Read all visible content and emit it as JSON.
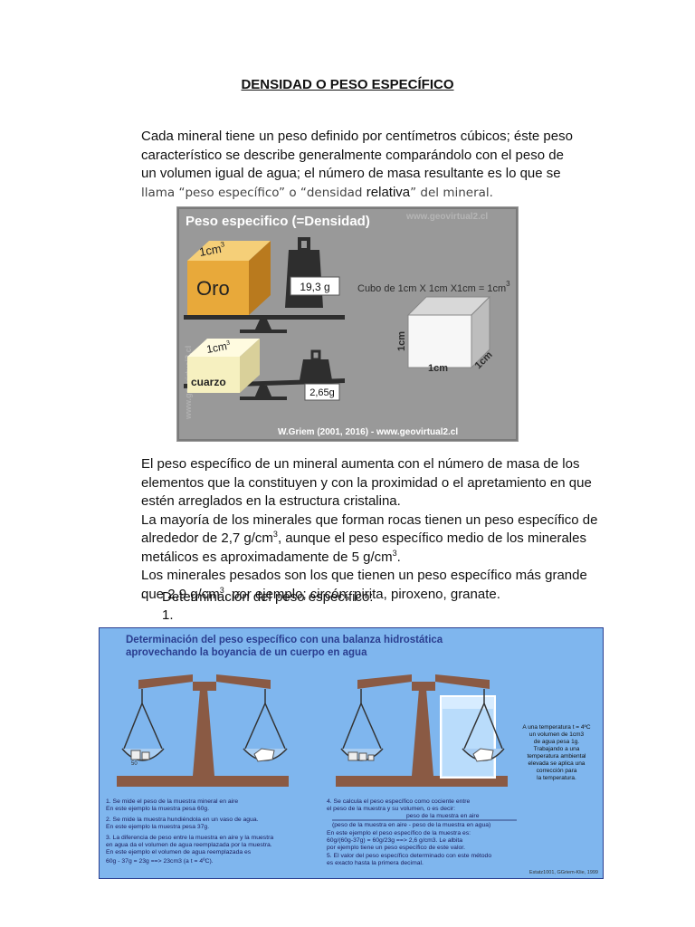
{
  "title": "DENSIDAD O PESO ESPECÍFICO",
  "intro": {
    "line1": "Cada mineral tiene un peso definido por centímetros cúbicos; éste peso",
    "line2": "característico se describe generalmente comparándolo con el peso de",
    "line3": "un volumen igual de agua; el número de masa resultante es lo que se",
    "line4_a": "llama “peso específico” o “densidad ",
    "line4_b": "relativa",
    "line4_c": "” del mineral."
  },
  "figure1": {
    "header": "Peso especifico (=Densidad)",
    "watermark_top": "www.geovirtual2.cl",
    "watermark_side": "www.geovirtual2.cl",
    "gold_volume": "1cm",
    "gold_label": "Oro",
    "gold_weight": "19,3 g",
    "quartz_volume": "1cm",
    "quartz_label": "cuarzo",
    "quartz_weight": "2,65g",
    "cube_caption": "Cubo de 1cm X 1cm X1cm = 1cm",
    "cube_side_left": "1cm",
    "cube_side_bottom": "1cm",
    "cube_side_right": "1cm",
    "credit": "W.Griem (2001, 2016) - www.geovirtual2.cl"
  },
  "body": {
    "s1": "El peso específico de un mineral aumenta con el número de masa de los elementos que la constituyen y con la proximidad o el apretamiento en que estén arreglados en la estructura cristalina.",
    "s2_a": "La mayoría de los minerales que forman rocas tienen un peso específico de alrededor de 2,7 g/cm",
    "s2_b": ", aunque el peso específico medio de los minerales metálicos es aproximadamente de 5 g/cm",
    "s2_c": ".",
    "s3_a": "Los minerales pesados son los que tienen un peso específico más grande que 2,9 g/cm",
    "s3_b": ", por ejemplo; circón, pirita, piroxeno, granate.",
    "sup3": "3",
    "dash_item": "Determinación del peso específico:",
    "num_item": "1."
  },
  "figure2": {
    "title_line1": "Determinación del peso específico con una balanza hidrostática",
    "title_line2": "aprovechando la boyancia de un cuerpo en agua",
    "weight_label": "50",
    "temp_note": [
      "A una temperatura t = 4ºC",
      "un volumen de 1cm3",
      "de agua pesa 1g.",
      "Trabajando a una",
      "temperatura ambiental",
      "elevada se aplica una",
      "corrección para",
      "la temperatura."
    ],
    "steps_left": [
      "1. Se mide el peso de la muestra mineral en aire",
      "    En este ejemplo la muestra pesa 60g.",
      "2. Se mide la muestra hundiéndola en un vaso de agua.",
      "    En este ejemplo la muestra pesa 37g.",
      "3. La diferencia de peso entre la muestra en aire y la muestra",
      "    en agua da el volumen de agua reemplazada por la muestra.",
      "    En este ejemplo el volumen de agua reemplazada es",
      "    60g - 37g = 23g ==> 23cm3 (a t = 4ºC)."
    ],
    "steps_right": [
      "4. Se calcula el peso específico como cociente entre",
      "    el peso de la muestra y su volumen, o es decir:",
      "peso de la muestra en aire",
      "(peso de la muestra en aire - peso de la muestra en agua)",
      "    En este ejemplo el peso específico de la muestra es:",
      "    60g/(60g-37g) = 60g/23g ==> 2,6 g/cm3. Le albita",
      "    por ejemplo tiene un peso específico de este valor.",
      "5. El valor del peso específico determinado con este método",
      "    es exacto hasta la primera decimal."
    ],
    "credit": "Estatz1001, GGriem-Klie, 1999"
  },
  "colors": {
    "fig1_bg": "#999999",
    "gold": "#e8a93a",
    "quartz": "#f6f0c0",
    "fig2_bg": "#7fb6ee",
    "balance": "#8a5a44",
    "fig2_title": "#2a3d8f"
  }
}
